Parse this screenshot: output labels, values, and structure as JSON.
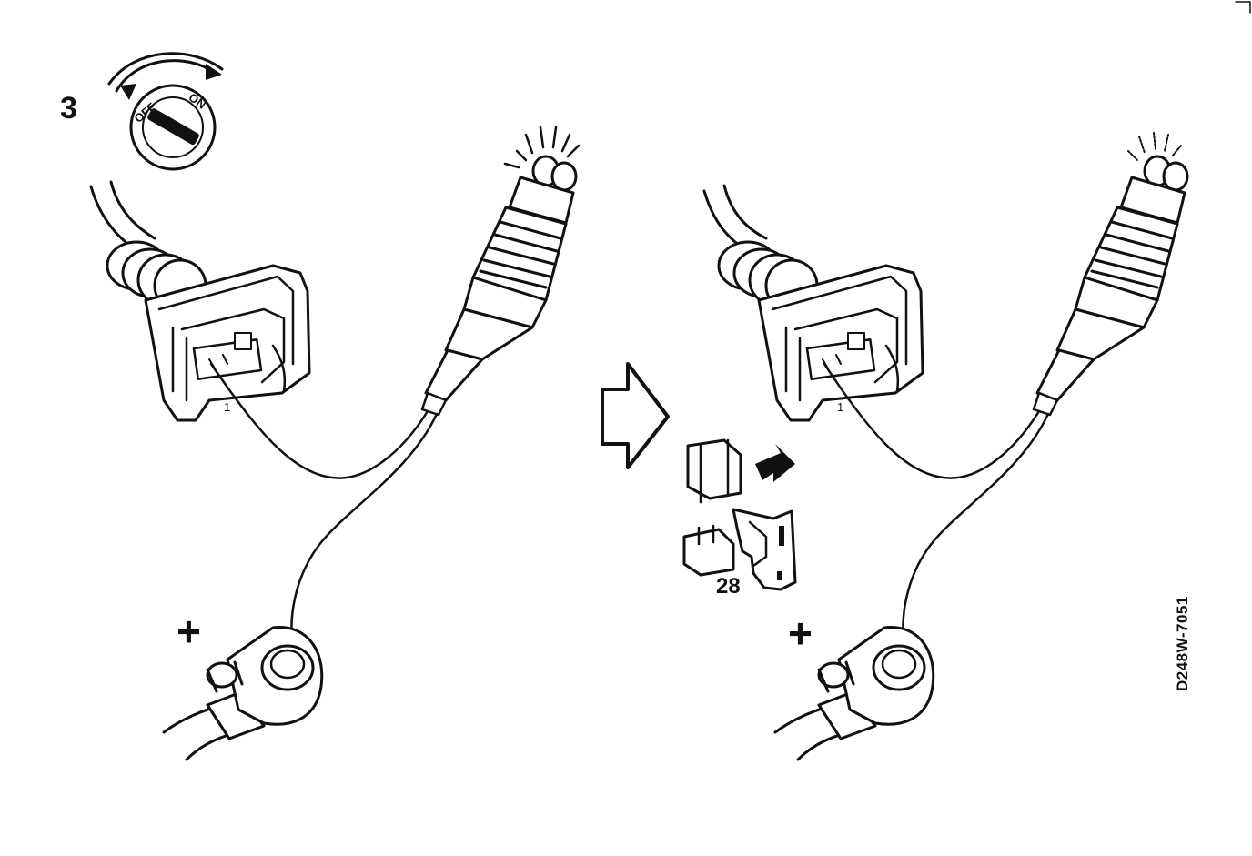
{
  "step_number": "3",
  "ignition": {
    "off_label": "OFF",
    "on_label": "ON"
  },
  "left_panel": {
    "pin_label": "1",
    "polarity_label": "+"
  },
  "right_panel": {
    "pin_label": "1",
    "polarity_label": "+"
  },
  "fuse": {
    "number": "28"
  },
  "drawing_code": "D248W-7051",
  "colors": {
    "ink": "#111111",
    "paper": "#ffffff"
  }
}
